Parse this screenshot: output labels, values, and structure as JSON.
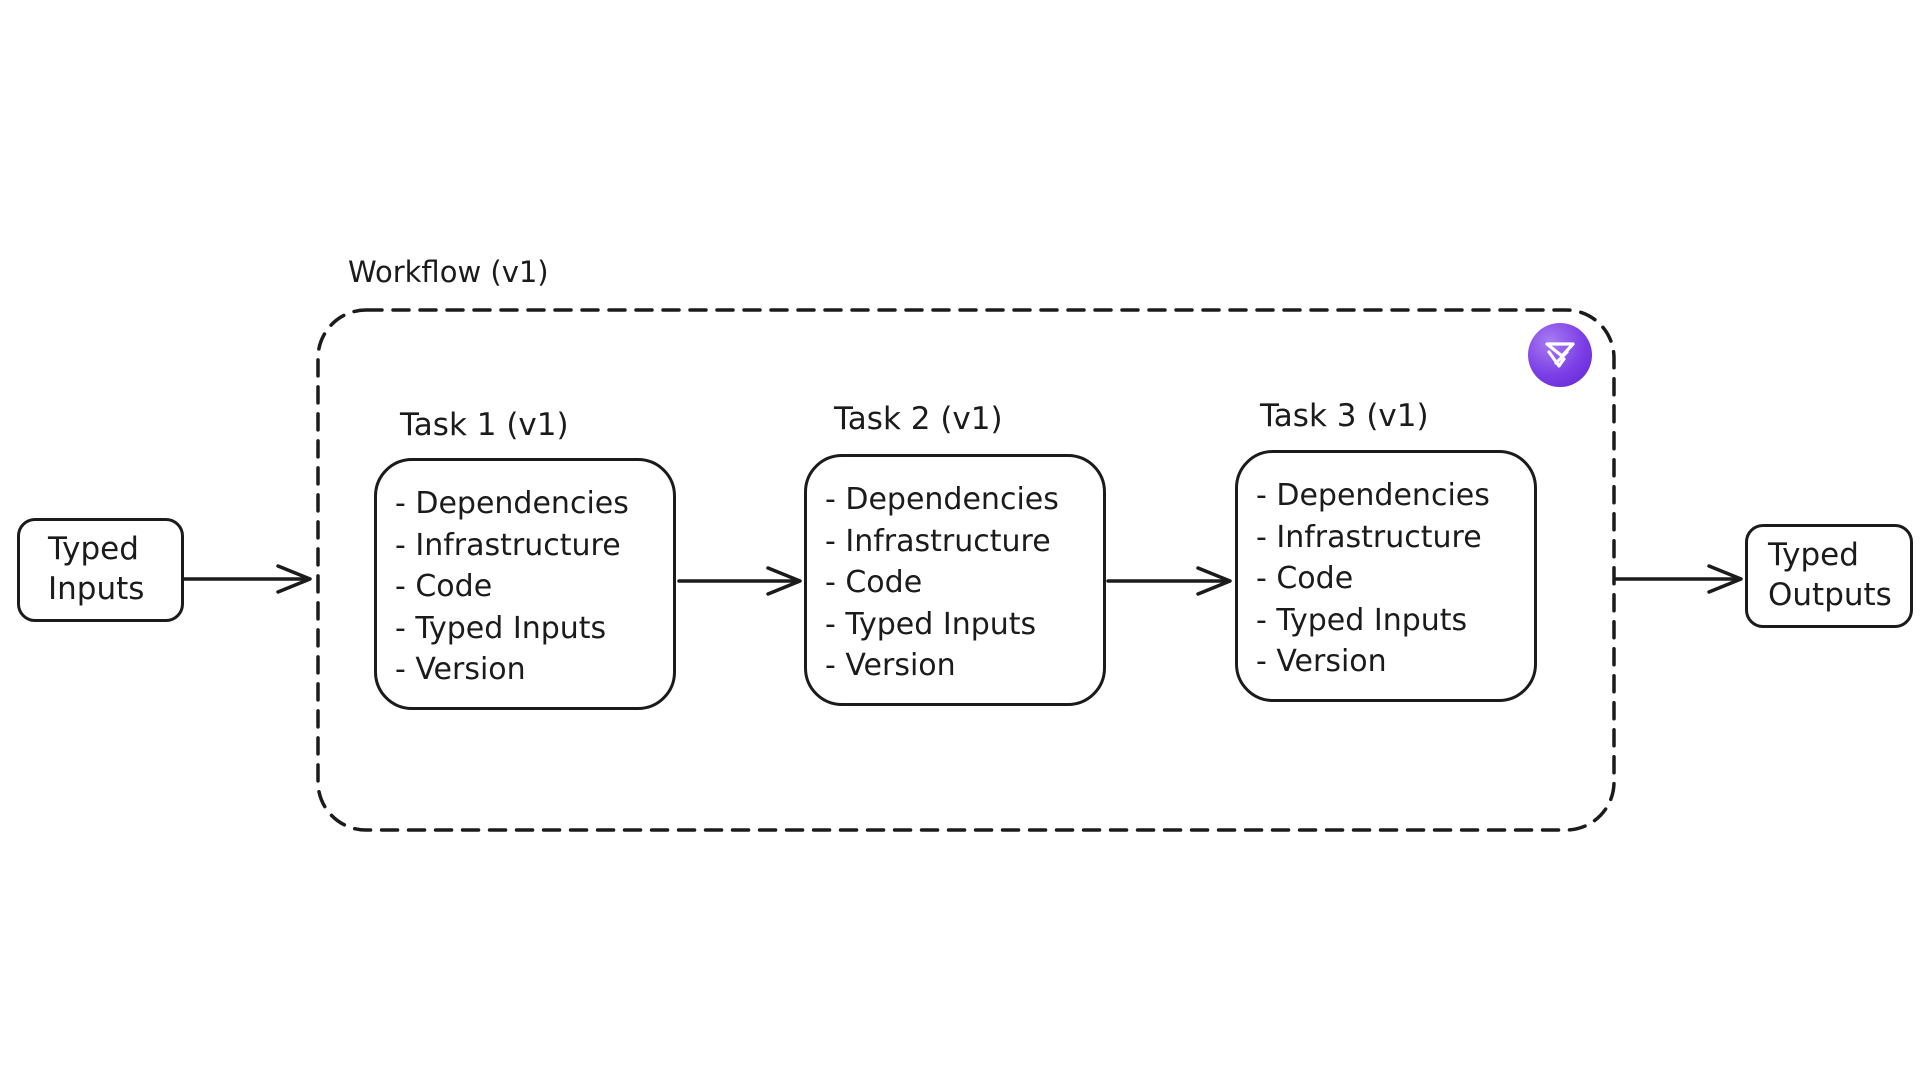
{
  "workflow": {
    "label": "Workflow (v1)"
  },
  "inputs": {
    "line1": "Typed",
    "line2": "Inputs"
  },
  "outputs": {
    "line1": "Typed",
    "line2": "Outputs"
  },
  "tasks": [
    {
      "title": "Task 1 (v1)",
      "items": [
        "- Dependencies",
        "- Infrastructure",
        "- Code",
        "- Typed Inputs",
        "- Version"
      ]
    },
    {
      "title": "Task 2 (v1)",
      "items": [
        "- Dependencies",
        "- Infrastructure",
        "- Code",
        "- Typed Inputs",
        "- Version"
      ]
    },
    {
      "title": "Task 3 (v1)",
      "items": [
        "- Dependencies",
        "- Infrastructure",
        "- Code",
        "- Typed Inputs",
        "- Version"
      ]
    }
  ],
  "logo": {
    "icon": "flyte-logo-icon",
    "color": "#7b3ee6"
  }
}
